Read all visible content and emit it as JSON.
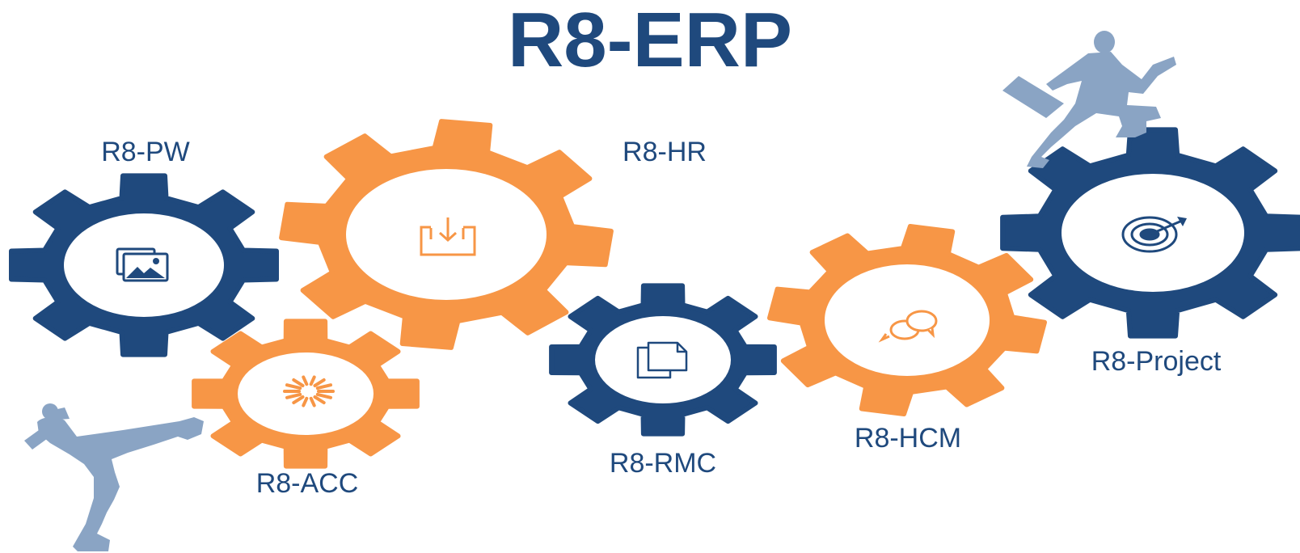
{
  "title": "R8-ERP",
  "colors": {
    "navy": "#1f497d",
    "orange": "#f79646",
    "silhouette": "#8aa4c4",
    "white": "#ffffff"
  },
  "modules": [
    {
      "id": "pw",
      "label": "R8-PW",
      "color": "navy",
      "icon": "photo-gallery-icon"
    },
    {
      "id": "hr",
      "label": "R8-HR",
      "color": "orange",
      "icon": "download-tray-icon"
    },
    {
      "id": "acc",
      "label": "R8-ACC",
      "color": "orange",
      "icon": "loading-spinner-icon"
    },
    {
      "id": "rmc",
      "label": "R8-RMC",
      "color": "navy",
      "icon": "documents-copy-icon"
    },
    {
      "id": "hcm",
      "label": "R8-HCM",
      "color": "orange",
      "icon": "chat-bubbles-icon"
    },
    {
      "id": "project",
      "label": "R8-Project",
      "color": "navy",
      "icon": "target-arrow-icon"
    }
  ],
  "figures": [
    {
      "id": "kicking-man",
      "icon": "kicking-man-silhouette"
    },
    {
      "id": "running-man",
      "icon": "running-businessman-silhouette"
    }
  ]
}
